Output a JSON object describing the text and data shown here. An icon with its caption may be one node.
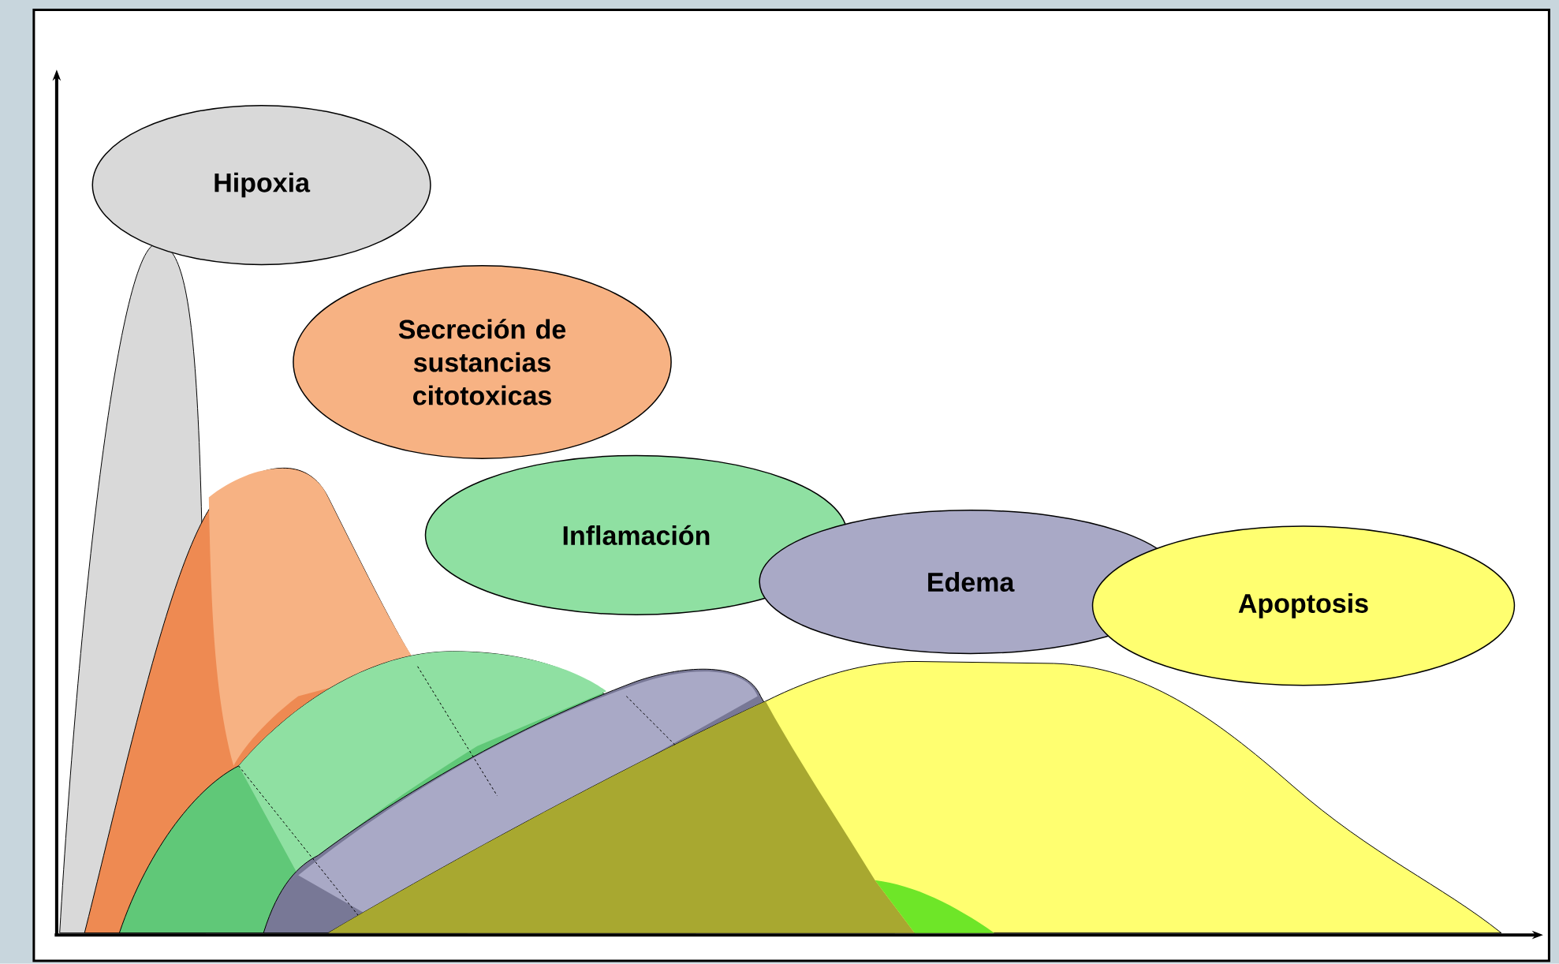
{
  "diagram": {
    "nodes": [
      {
        "text": [
          "Hipoxia"
        ]
      },
      {
        "text": [
          "Secreción de sustancias citotoxicas"
        ]
      },
      {
        "text": [
          "Inflamación"
        ]
      },
      {
        "text": [
          "Edema"
        ]
      },
      {
        "text": [
          "Apoptosis"
        ]
      }
    ]
  }
}
